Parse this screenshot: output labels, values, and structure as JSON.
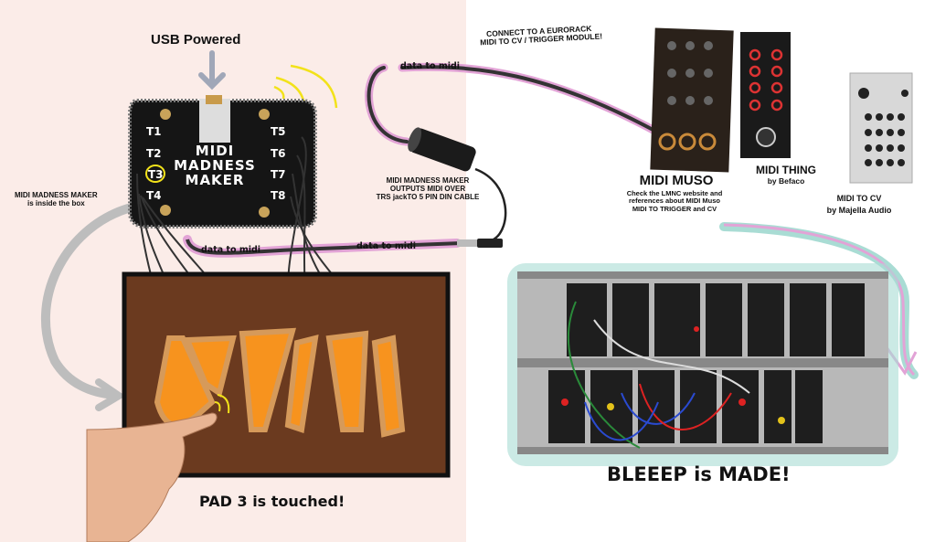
{
  "title": "USB Powered",
  "board": {
    "name_lines": [
      "MIDI",
      "MADNESS",
      "MAKER"
    ],
    "pads": [
      "T1",
      "T2",
      "T3",
      "T4",
      "T5",
      "T6",
      "T7",
      "T8"
    ]
  },
  "left_caption": {
    "line1": "MIDI MADNESS MAKER",
    "line2": "is inside the box"
  },
  "cable_labels": [
    "data to midi",
    "data to midi",
    "data to midi"
  ],
  "cable_caption": [
    "MIDI MADNESS MAKER",
    "OUTPUTS MIDI OVER",
    "TRS jackTO 5 PIN DIN CABLE"
  ],
  "eurorack_caption": [
    "CONNECT TO A EURORACK",
    "MIDI TO CV / TRIGGER MODULE!"
  ],
  "modules": [
    {
      "name": "MIDI MUSO",
      "desc": [
        "Check the LMNC website and",
        "references about MIDI Muso",
        "MIDI TO TRIGGER and CV"
      ]
    },
    {
      "name": "MIDI THING",
      "by": "by Befaco"
    },
    {
      "name": "MIDI TO CV",
      "by": "by Majella Audio"
    }
  ],
  "pad_caption": "PAD 3 is touched!",
  "result_caption": "BLEEEP is MADE!",
  "colors": {
    "pink": "#e2a3d6",
    "teal": "#a9dcd4",
    "orange": "#f7931e",
    "wood": "#6b3a1f",
    "yellow": "#f2e21a"
  }
}
